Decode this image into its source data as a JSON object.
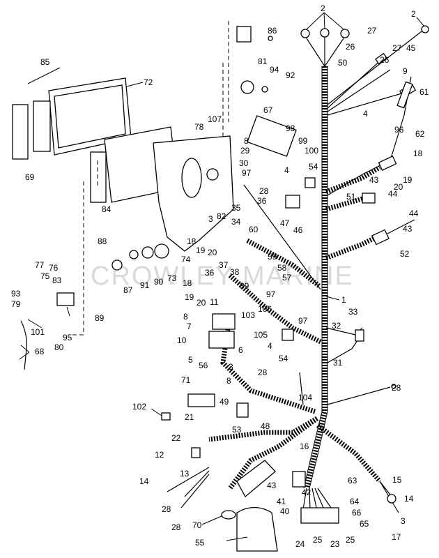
{
  "watermark": "CROWLEY MARINE",
  "labels": [
    {
      "id": "l2a",
      "text": "2"
    },
    {
      "id": "l2b",
      "text": "2"
    },
    {
      "id": "l86",
      "text": "86"
    },
    {
      "id": "l27a",
      "text": "27"
    },
    {
      "id": "l26a",
      "text": "26"
    },
    {
      "id": "l27b",
      "text": "27"
    },
    {
      "id": "l45",
      "text": "45"
    },
    {
      "id": "l50",
      "text": "50"
    },
    {
      "id": "l26b",
      "text": "26"
    },
    {
      "id": "l9",
      "text": "9"
    },
    {
      "id": "l85",
      "text": "85"
    },
    {
      "id": "l81",
      "text": "81"
    },
    {
      "id": "l94",
      "text": "94"
    },
    {
      "id": "l92",
      "text": "92"
    },
    {
      "id": "l72",
      "text": "72"
    },
    {
      "id": "l61",
      "text": "61"
    },
    {
      "id": "l67",
      "text": "67"
    },
    {
      "id": "l4a",
      "text": "4"
    },
    {
      "id": "l62",
      "text": "62"
    },
    {
      "id": "l107",
      "text": "107"
    },
    {
      "id": "l98",
      "text": "98"
    },
    {
      "id": "l96",
      "text": "96"
    },
    {
      "id": "l78",
      "text": "78"
    },
    {
      "id": "l8a",
      "text": "8"
    },
    {
      "id": "l99",
      "text": "99"
    },
    {
      "id": "l29",
      "text": "29"
    },
    {
      "id": "l100",
      "text": "100"
    },
    {
      "id": "l18a",
      "text": "18"
    },
    {
      "id": "l69",
      "text": "69"
    },
    {
      "id": "l30",
      "text": "30"
    },
    {
      "id": "l4b",
      "text": "4"
    },
    {
      "id": "l54a",
      "text": "54"
    },
    {
      "id": "l97a",
      "text": "97"
    },
    {
      "id": "l43a",
      "text": "43"
    },
    {
      "id": "l19a",
      "text": "19"
    },
    {
      "id": "l28a",
      "text": "28"
    },
    {
      "id": "l20a",
      "text": "20"
    },
    {
      "id": "l51",
      "text": "51"
    },
    {
      "id": "l44a",
      "text": "44"
    },
    {
      "id": "l84",
      "text": "84"
    },
    {
      "id": "l36a",
      "text": "36"
    },
    {
      "id": "l82",
      "text": "82"
    },
    {
      "id": "l35",
      "text": "35"
    },
    {
      "id": "l44b",
      "text": "44"
    },
    {
      "id": "l47",
      "text": "47"
    },
    {
      "id": "l46",
      "text": "46"
    },
    {
      "id": "l43b",
      "text": "43"
    },
    {
      "id": "l34",
      "text": "34"
    },
    {
      "id": "l60",
      "text": "60"
    },
    {
      "id": "l88",
      "text": "88"
    },
    {
      "id": "l3a",
      "text": "3"
    },
    {
      "id": "l18b",
      "text": "18"
    },
    {
      "id": "l19b",
      "text": "19"
    },
    {
      "id": "l20b",
      "text": "20"
    },
    {
      "id": "l52",
      "text": "52"
    },
    {
      "id": "l59",
      "text": "59"
    },
    {
      "id": "l74",
      "text": "74"
    },
    {
      "id": "l58",
      "text": "58"
    },
    {
      "id": "l77",
      "text": "77"
    },
    {
      "id": "l76",
      "text": "76"
    },
    {
      "id": "l37",
      "text": "37"
    },
    {
      "id": "l87",
      "text": "87"
    },
    {
      "id": "l91",
      "text": "91"
    },
    {
      "id": "l90",
      "text": "90"
    },
    {
      "id": "l73",
      "text": "73"
    },
    {
      "id": "l36b",
      "text": "36"
    },
    {
      "id": "l38",
      "text": "38"
    },
    {
      "id": "l57",
      "text": "57"
    },
    {
      "id": "l75",
      "text": "75"
    },
    {
      "id": "l83",
      "text": "83"
    },
    {
      "id": "l18c",
      "text": "18"
    },
    {
      "id": "l39",
      "text": "39"
    },
    {
      "id": "l93",
      "text": "93"
    },
    {
      "id": "l97b",
      "text": "97"
    },
    {
      "id": "l1",
      "text": "1"
    },
    {
      "id": "l79",
      "text": "79"
    },
    {
      "id": "l19c",
      "text": "19"
    },
    {
      "id": "l20c",
      "text": "20"
    },
    {
      "id": "l11",
      "text": "11"
    },
    {
      "id": "l106",
      "text": "106"
    },
    {
      "id": "l33",
      "text": "33"
    },
    {
      "id": "l89",
      "text": "89"
    },
    {
      "id": "l8b",
      "text": "8"
    },
    {
      "id": "l103",
      "text": "103"
    },
    {
      "id": "l7",
      "text": "7"
    },
    {
      "id": "l97c",
      "text": "97"
    },
    {
      "id": "l32",
      "text": "32"
    },
    {
      "id": "l101",
      "text": "101"
    },
    {
      "id": "l95",
      "text": "95"
    },
    {
      "id": "l10",
      "text": "10"
    },
    {
      "id": "l105",
      "text": "105"
    },
    {
      "id": "l4c",
      "text": "4"
    },
    {
      "id": "l80",
      "text": "80"
    },
    {
      "id": "l6",
      "text": "6"
    },
    {
      "id": "l68",
      "text": "68"
    },
    {
      "id": "l5",
      "text": "5"
    },
    {
      "id": "l54b",
      "text": "54"
    },
    {
      "id": "l31",
      "text": "31"
    },
    {
      "id": "l56",
      "text": "56"
    },
    {
      "id": "l3b",
      "text": "3"
    },
    {
      "id": "l28b",
      "text": "28"
    },
    {
      "id": "l8c",
      "text": "8"
    },
    {
      "id": "l71",
      "text": "71"
    },
    {
      "id": "l28c",
      "text": "28"
    },
    {
      "id": "l104",
      "text": "104"
    },
    {
      "id": "l49",
      "text": "49"
    },
    {
      "id": "l102",
      "text": "102"
    },
    {
      "id": "l21",
      "text": "21"
    },
    {
      "id": "l48",
      "text": "48"
    },
    {
      "id": "l53",
      "text": "53"
    },
    {
      "id": "l22",
      "text": "22"
    },
    {
      "id": "l16",
      "text": "16"
    },
    {
      "id": "l12",
      "text": "12"
    },
    {
      "id": "l13",
      "text": "13"
    },
    {
      "id": "l14a",
      "text": "14"
    },
    {
      "id": "l43c",
      "text": "43"
    },
    {
      "id": "l63",
      "text": "63"
    },
    {
      "id": "l15",
      "text": "15"
    },
    {
      "id": "l42",
      "text": "42"
    },
    {
      "id": "l41",
      "text": "41"
    },
    {
      "id": "l64",
      "text": "64"
    },
    {
      "id": "l14b",
      "text": "14"
    },
    {
      "id": "l28d",
      "text": "28"
    },
    {
      "id": "l40",
      "text": "40"
    },
    {
      "id": "l66",
      "text": "66"
    },
    {
      "id": "l3c",
      "text": "3"
    },
    {
      "id": "l70",
      "text": "70"
    },
    {
      "id": "l28e",
      "text": "28"
    },
    {
      "id": "l65",
      "text": "65"
    },
    {
      "id": "l17",
      "text": "17"
    },
    {
      "id": "l55",
      "text": "55"
    },
    {
      "id": "l24",
      "text": "24"
    },
    {
      "id": "l25a",
      "text": "25"
    },
    {
      "id": "l23",
      "text": "23"
    },
    {
      "id": "l25b",
      "text": "25"
    }
  ]
}
